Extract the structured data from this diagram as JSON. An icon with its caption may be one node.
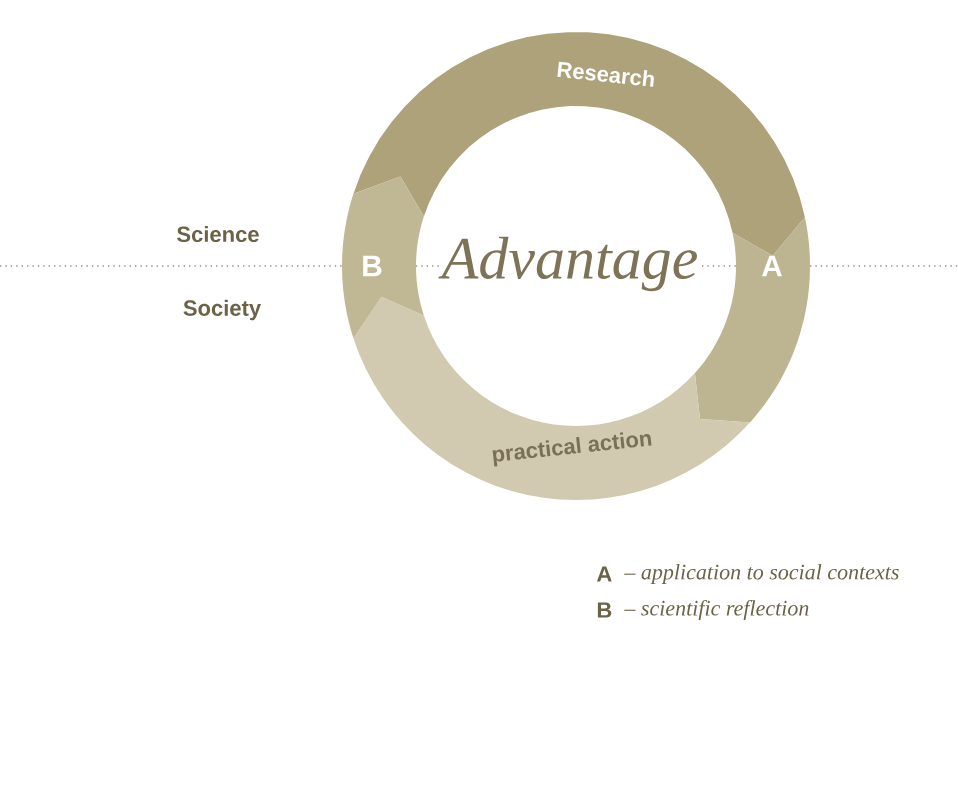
{
  "diagram": {
    "nodes": [
      {
        "text": [
          "Research"
        ]
      },
      {
        "text": [
          "A"
        ]
      },
      {
        "text": [
          "practical action"
        ]
      },
      {
        "text": [
          "B"
        ]
      }
    ],
    "labels": [
      "Science",
      "Society",
      "Advantage",
      "A",
      "– application to social contexts",
      "B",
      "– scientific reflection"
    ]
  }
}
